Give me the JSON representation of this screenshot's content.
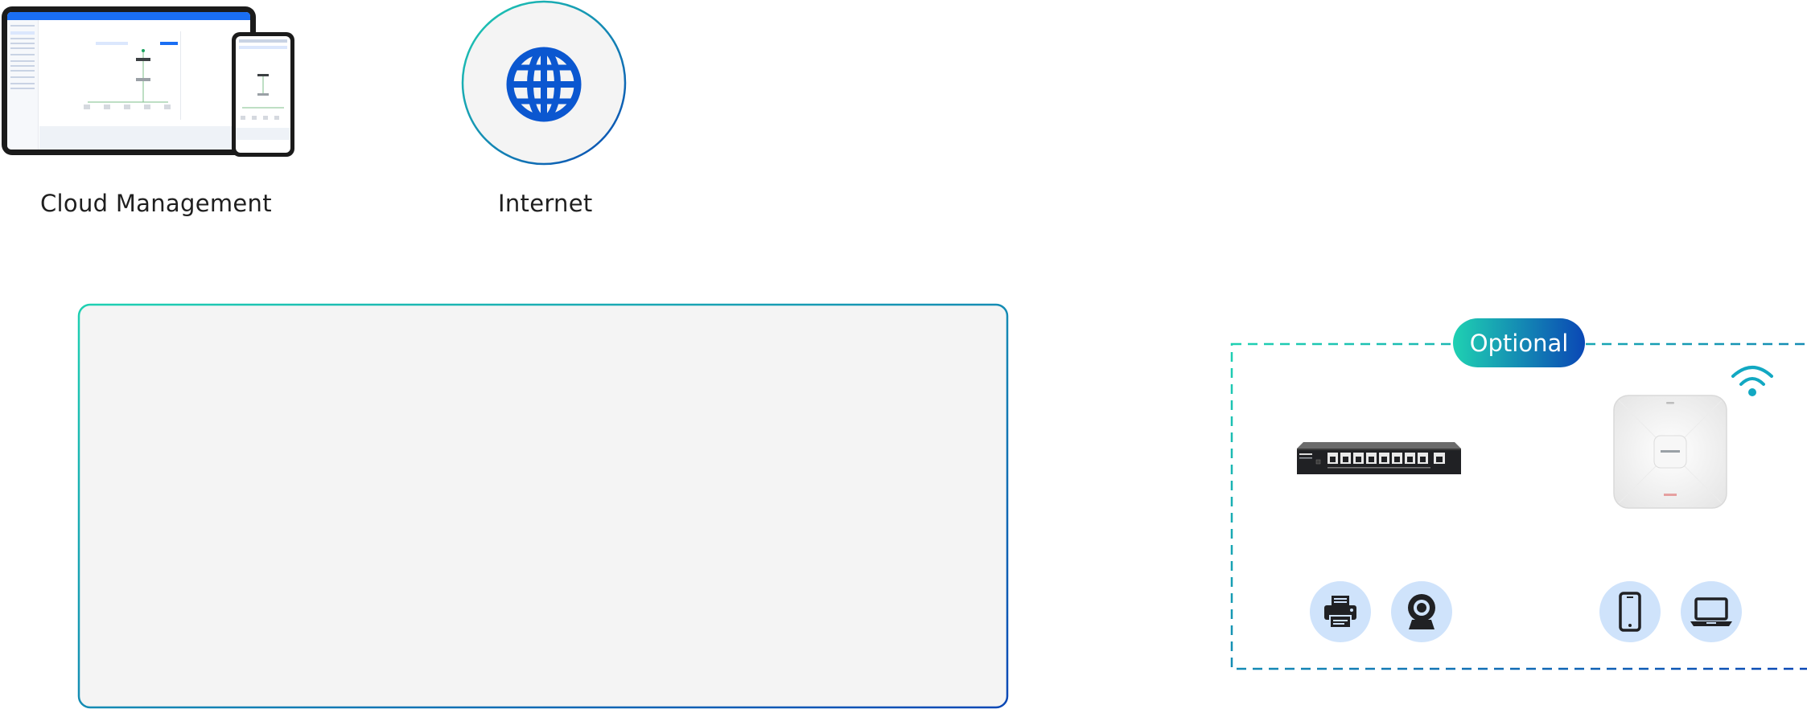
{
  "labels": {
    "cloud_management": "Cloud Management",
    "internet": "Internet",
    "optional": "Optional"
  },
  "colors": {
    "teal": "#1fd1b2",
    "blue": "#0a47b5",
    "globe": "#0b57d0",
    "panel_fill": "#f4f4f4",
    "icon_circle": "#cfe3fb",
    "icon_glyph": "#202124"
  },
  "icons": {
    "globe": "globe-icon",
    "wifi": "wifi-icon",
    "printer": "printer-icon",
    "camera": "ip-camera-icon",
    "phone": "smartphone-icon",
    "laptop": "laptop-icon",
    "switch": "network-switch-device",
    "access_point": "access-point-device"
  }
}
